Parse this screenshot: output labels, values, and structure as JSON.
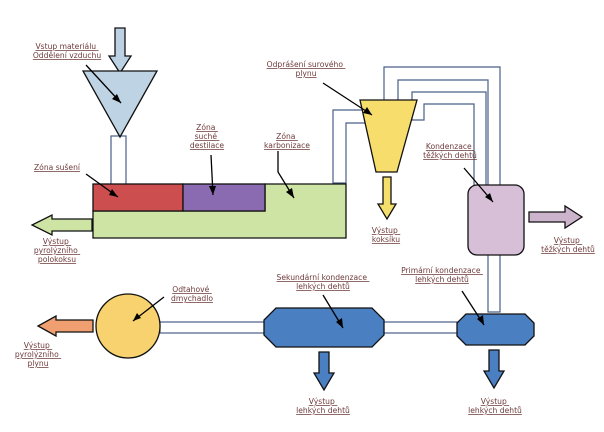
{
  "labels": {
    "material_input": [
      "Vstup materiálu",
      "Oddělení vzduchu"
    ],
    "drying_zone": "Zóna sušení",
    "dry_distillation_zone": [
      "Zóna",
      "suché",
      "destilace"
    ],
    "carbonization_zone": [
      "Zóna",
      "karbonizace"
    ],
    "semicoke_output": [
      "Výstup",
      "pyrolýzního",
      "polokoksu"
    ],
    "raw_gas_dedusting": [
      "Odprášení surového",
      "plynu"
    ],
    "coke_dust_output": [
      "Výstup",
      "koksíku"
    ],
    "heavy_tar_condensation": [
      "Kondenzace",
      "těžkých dehtů"
    ],
    "heavy_tar_output": [
      "Výstup",
      "těžkých dehtů"
    ],
    "exhaust_blower": [
      "Odtahové",
      "dmychadlo"
    ],
    "secondary_light_tar_condensation": [
      "Sekundární kondenzace",
      "lehkých dehtů"
    ],
    "primary_light_tar_condensation": [
      "Primární kondenzace",
      "lehkých dehtů"
    ],
    "pyrolysis_gas_output": [
      "Výstup",
      "pyrolýzního",
      "plynu"
    ],
    "light_tar_output_secondary": [
      "Výstup",
      "lehkých dehtů"
    ],
    "light_tar_output_primary": [
      "Výstup",
      "lehkých dehtů"
    ]
  },
  "colors": {
    "hopper": "#bed3e3",
    "input_arrow": "#bcd2e4",
    "drying_zone": "#cd4e4f",
    "dry_distillation_zone": "#8a6ab0",
    "carbonization_zone": "#cde4a4",
    "cyclone": "#f7dd6b",
    "coke_arrow": "#f5df6b",
    "heavy_condenser": "#d7bfd7",
    "heavy_output_arrow": "#cdb4cd",
    "blower": "#f7d26e",
    "gas_output_arrow": "#f0a070",
    "light_condenser": "#4a7fc1",
    "light_output_arrow": "#4a7fc1",
    "pipe_outline": "#4a5f88",
    "label_text": "#6e3a3a"
  }
}
